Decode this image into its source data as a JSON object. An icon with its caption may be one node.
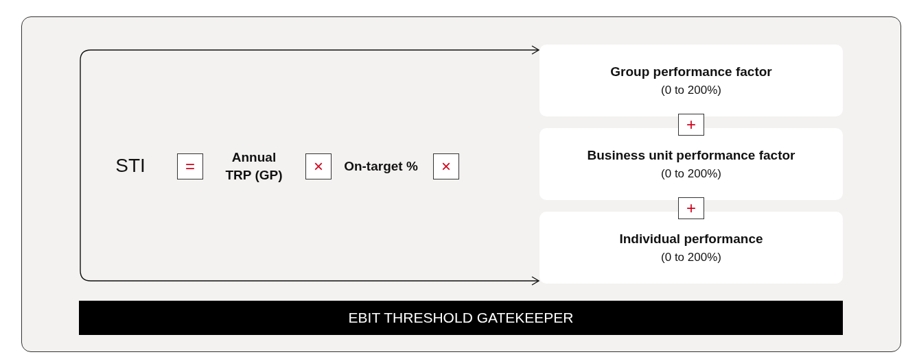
{
  "diagram": {
    "nodes": [
      {
        "text": [
          "STI"
        ]
      },
      {
        "text": [
          "="
        ]
      },
      {
        "text": [
          "Annual TRP (GP)"
        ]
      },
      {
        "text": [
          "×"
        ]
      },
      {
        "text": [
          "On-target %"
        ]
      },
      {
        "text": [
          "×"
        ]
      },
      {
        "text": [
          "Group performance factor",
          "(0 to 200%)"
        ]
      },
      {
        "text": [
          "+"
        ]
      },
      {
        "text": [
          "Business unit performance factor",
          "(0 to 200%)"
        ]
      },
      {
        "text": [
          "+"
        ]
      },
      {
        "text": [
          "Individual performance",
          "(0 to 200%)"
        ]
      },
      {
        "text": [
          "EBIT THRESHOLD GATEKEEPER"
        ]
      }
    ],
    "edges": [
      {
        "from": null,
        "to": 6,
        "arrow": "to"
      },
      {
        "from": null,
        "to": 10,
        "arrow": "to"
      }
    ]
  }
}
